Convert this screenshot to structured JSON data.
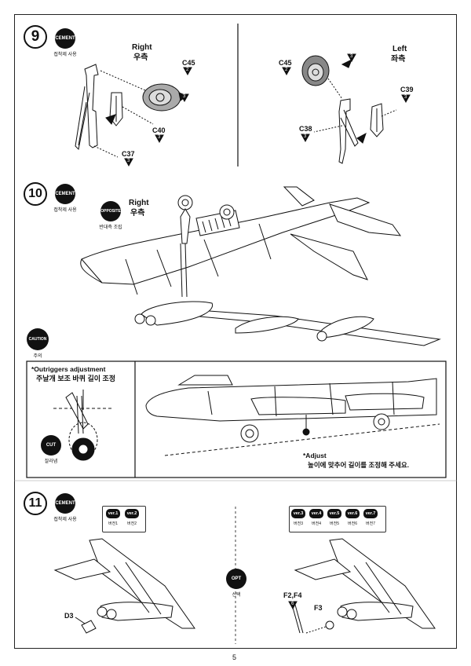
{
  "steps": {
    "s9": {
      "number": "9",
      "cement": "CEMENT",
      "cement_caption": "접착제 사용",
      "right_label": "Right",
      "right_label_ko": "우측",
      "left_label": "Left",
      "left_label_ko": "좌측",
      "parts_right": {
        "c45": "C45",
        "c45_n": "2",
        "c45_b": "3",
        "c40": "C40",
        "c40_n": "3",
        "c37": "C37",
        "c37_n": "3"
      },
      "parts_left": {
        "c45": "C45",
        "c45_n": "2",
        "c45_b": "3",
        "c39": "C39",
        "c39_n": "3",
        "c38": "C38",
        "c38_n": "3"
      }
    },
    "s10": {
      "number": "10",
      "cement": "CEMENT",
      "cement_caption": "접착제 사용",
      "opposite": "OPPOSITE",
      "opposite_caption": "반대측 조립",
      "right_label": "Right",
      "right_label_ko": "우측",
      "caution": "CAUTION",
      "caution_caption": "주의",
      "outrigger_title": "*Outriggers adjustment",
      "outrigger_title_ko": "주날개 보조 바퀴 길이 조정",
      "cut": "CUT",
      "cut_caption": "잘라냄",
      "adjust_title": "*Adjust",
      "adjust_text_ko": "높이에 맞추어 길이를 조정해 주세요."
    },
    "s11": {
      "number": "11",
      "cement": "CEMENT",
      "cement_caption": "접착제 사용",
      "opt": "OPT",
      "opt_caption": "선택",
      "versions_a": [
        {
          "label": "ver.1",
          "caption": "버전1"
        },
        {
          "label": "ver.2",
          "caption": "버전2"
        }
      ],
      "versions_b": [
        {
          "label": "ver.3",
          "caption": "버전3"
        },
        {
          "label": "ver.4",
          "caption": "버전4"
        },
        {
          "label": "ver.5",
          "caption": "버전5"
        },
        {
          "label": "ver.6",
          "caption": "버전6"
        },
        {
          "label": "ver.7",
          "caption": "버전7"
        }
      ],
      "parts": {
        "d3": "D3",
        "f2f4": "F2,F4",
        "f2f4_n": "6",
        "f3": "F3"
      }
    }
  },
  "page_number": "5"
}
